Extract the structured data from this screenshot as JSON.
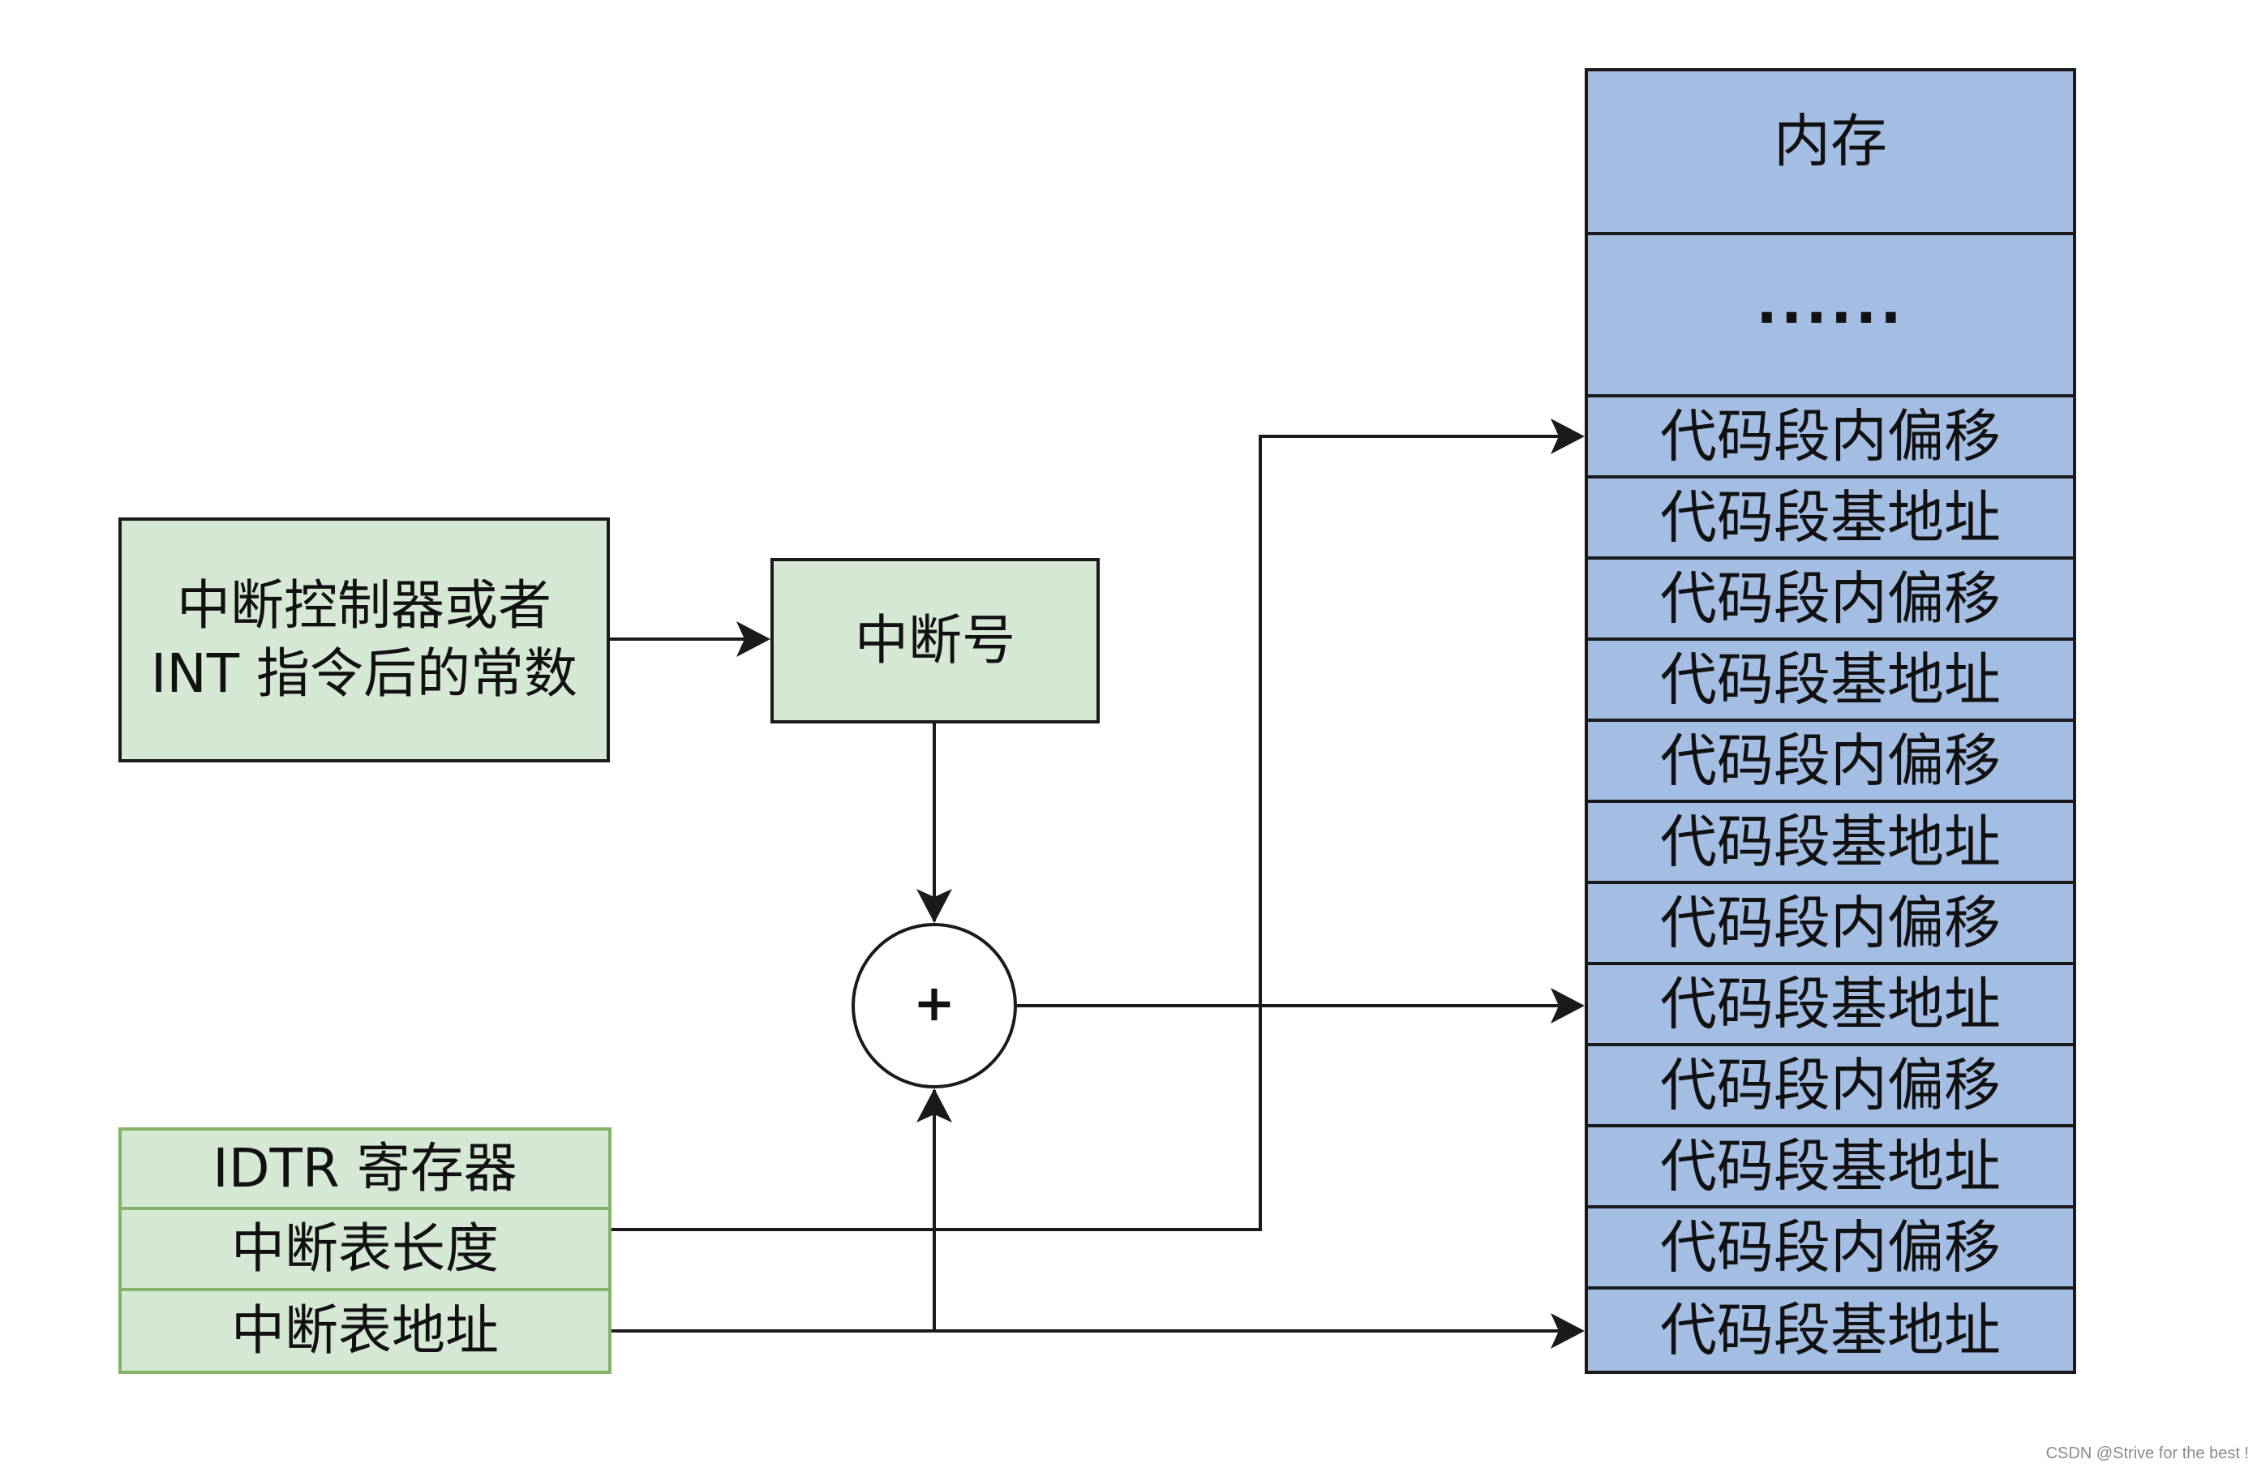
{
  "source_box": {
    "label": "中断控制器或者\nINT 指令后的常数"
  },
  "vector_box": {
    "label": "中断号"
  },
  "adder": {
    "label": "+"
  },
  "idtr": {
    "title": "IDTR 寄存器",
    "fields": [
      "中断表长度",
      "中断表地址"
    ]
  },
  "memory": {
    "title": "内存",
    "ellipsis": "......",
    "rows": [
      "代码段内偏移",
      "代码段基地址",
      "代码段内偏移",
      "代码段基地址",
      "代码段内偏移",
      "代码段基地址",
      "代码段内偏移",
      "代码段基地址",
      "代码段内偏移",
      "代码段基地址",
      "代码段内偏移",
      "代码段基地址"
    ]
  },
  "watermark": "CSDN @Strive for the best !",
  "colors": {
    "green_fill": "#d5e8d4",
    "green_border": "#82b366",
    "blue_fill": "#a3bde3",
    "line": "#1a1a1a"
  }
}
